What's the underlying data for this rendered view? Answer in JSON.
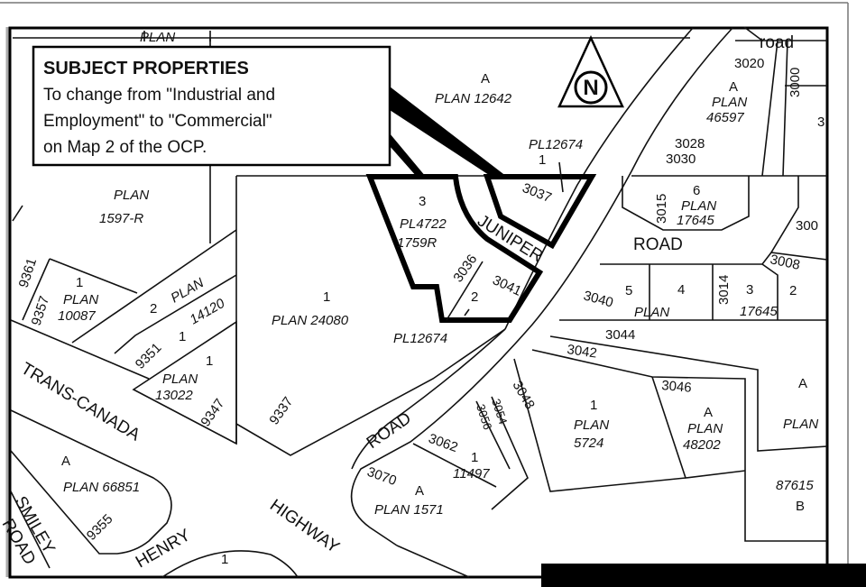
{
  "legend": {
    "title": "SUBJECT PROPERTIES",
    "lines": [
      "To change from \"Industrial and",
      "Employment\" to \"Commercial\"",
      "on Map 2 of the OCP."
    ]
  },
  "north_arrow": {
    "letter": "N",
    "icon": "north-arrow-icon"
  },
  "road_labels": {
    "top_road": "road",
    "juniper": "JUNIPER",
    "juniper_road": "ROAD",
    "lower_road": "ROAD",
    "trans_canada": "TRANS-CANADA",
    "highway": "HIGHWAY",
    "henry": "HENRY",
    "smiley": "SMILEY",
    "smiley_road": "ROAD"
  },
  "subject_parcels": {
    "lot3": {
      "lot": "3",
      "plan": "PL4722",
      "plan2": "1759R",
      "address": "3036"
    },
    "lot2": {
      "lot": "2",
      "address": "3041",
      "plan": "PL12674"
    },
    "lot1": {
      "lot": "1",
      "address": "3037",
      "plan": "PL12674"
    }
  },
  "parcel_labels": [
    "PLAN",
    "A",
    "PLAN 12642",
    "3020",
    "3000",
    "A",
    "PLAN",
    "46597",
    "3028",
    "3030",
    "3015",
    "6",
    "PLAN",
    "17645",
    "300",
    "3008",
    "2",
    "3",
    "17645",
    "3014",
    "4",
    "5",
    "3040",
    "PLAN",
    "3044",
    "3042",
    "3046",
    "A",
    "PLAN",
    "48202",
    "1",
    "PLAN",
    "5724",
    "A",
    "PLAN",
    "87615",
    "B",
    "3048",
    "3054",
    "3056",
    "3062",
    "1",
    "11497",
    "3070",
    "A",
    "PLAN 1571",
    "1",
    "A",
    "PLAN 66851",
    "9355",
    "PLAN",
    "1597-R",
    "9361",
    "9357",
    "1",
    "PLAN",
    "10087",
    "2",
    "PLAN",
    "14120",
    "9351",
    "1",
    "1",
    "PLAN",
    "13022",
    "9347",
    "1",
    "PLAN 24080",
    "9337",
    "3"
  ],
  "colors": {
    "ink": "#111111",
    "background": "#ffffff",
    "subject_outline": "#000000"
  }
}
